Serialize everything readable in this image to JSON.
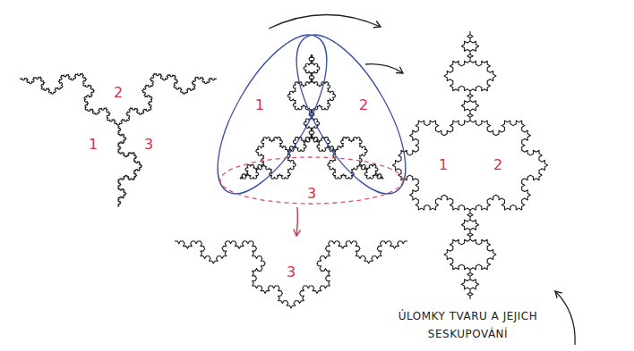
{
  "diagram": {
    "labels": [
      "2",
      "1",
      "3",
      "1",
      "2",
      "3",
      "3",
      "1",
      "2",
      "ÚLOMKY TVARU A JEJICH SESKUPOVÁNÍ"
    ]
  }
}
